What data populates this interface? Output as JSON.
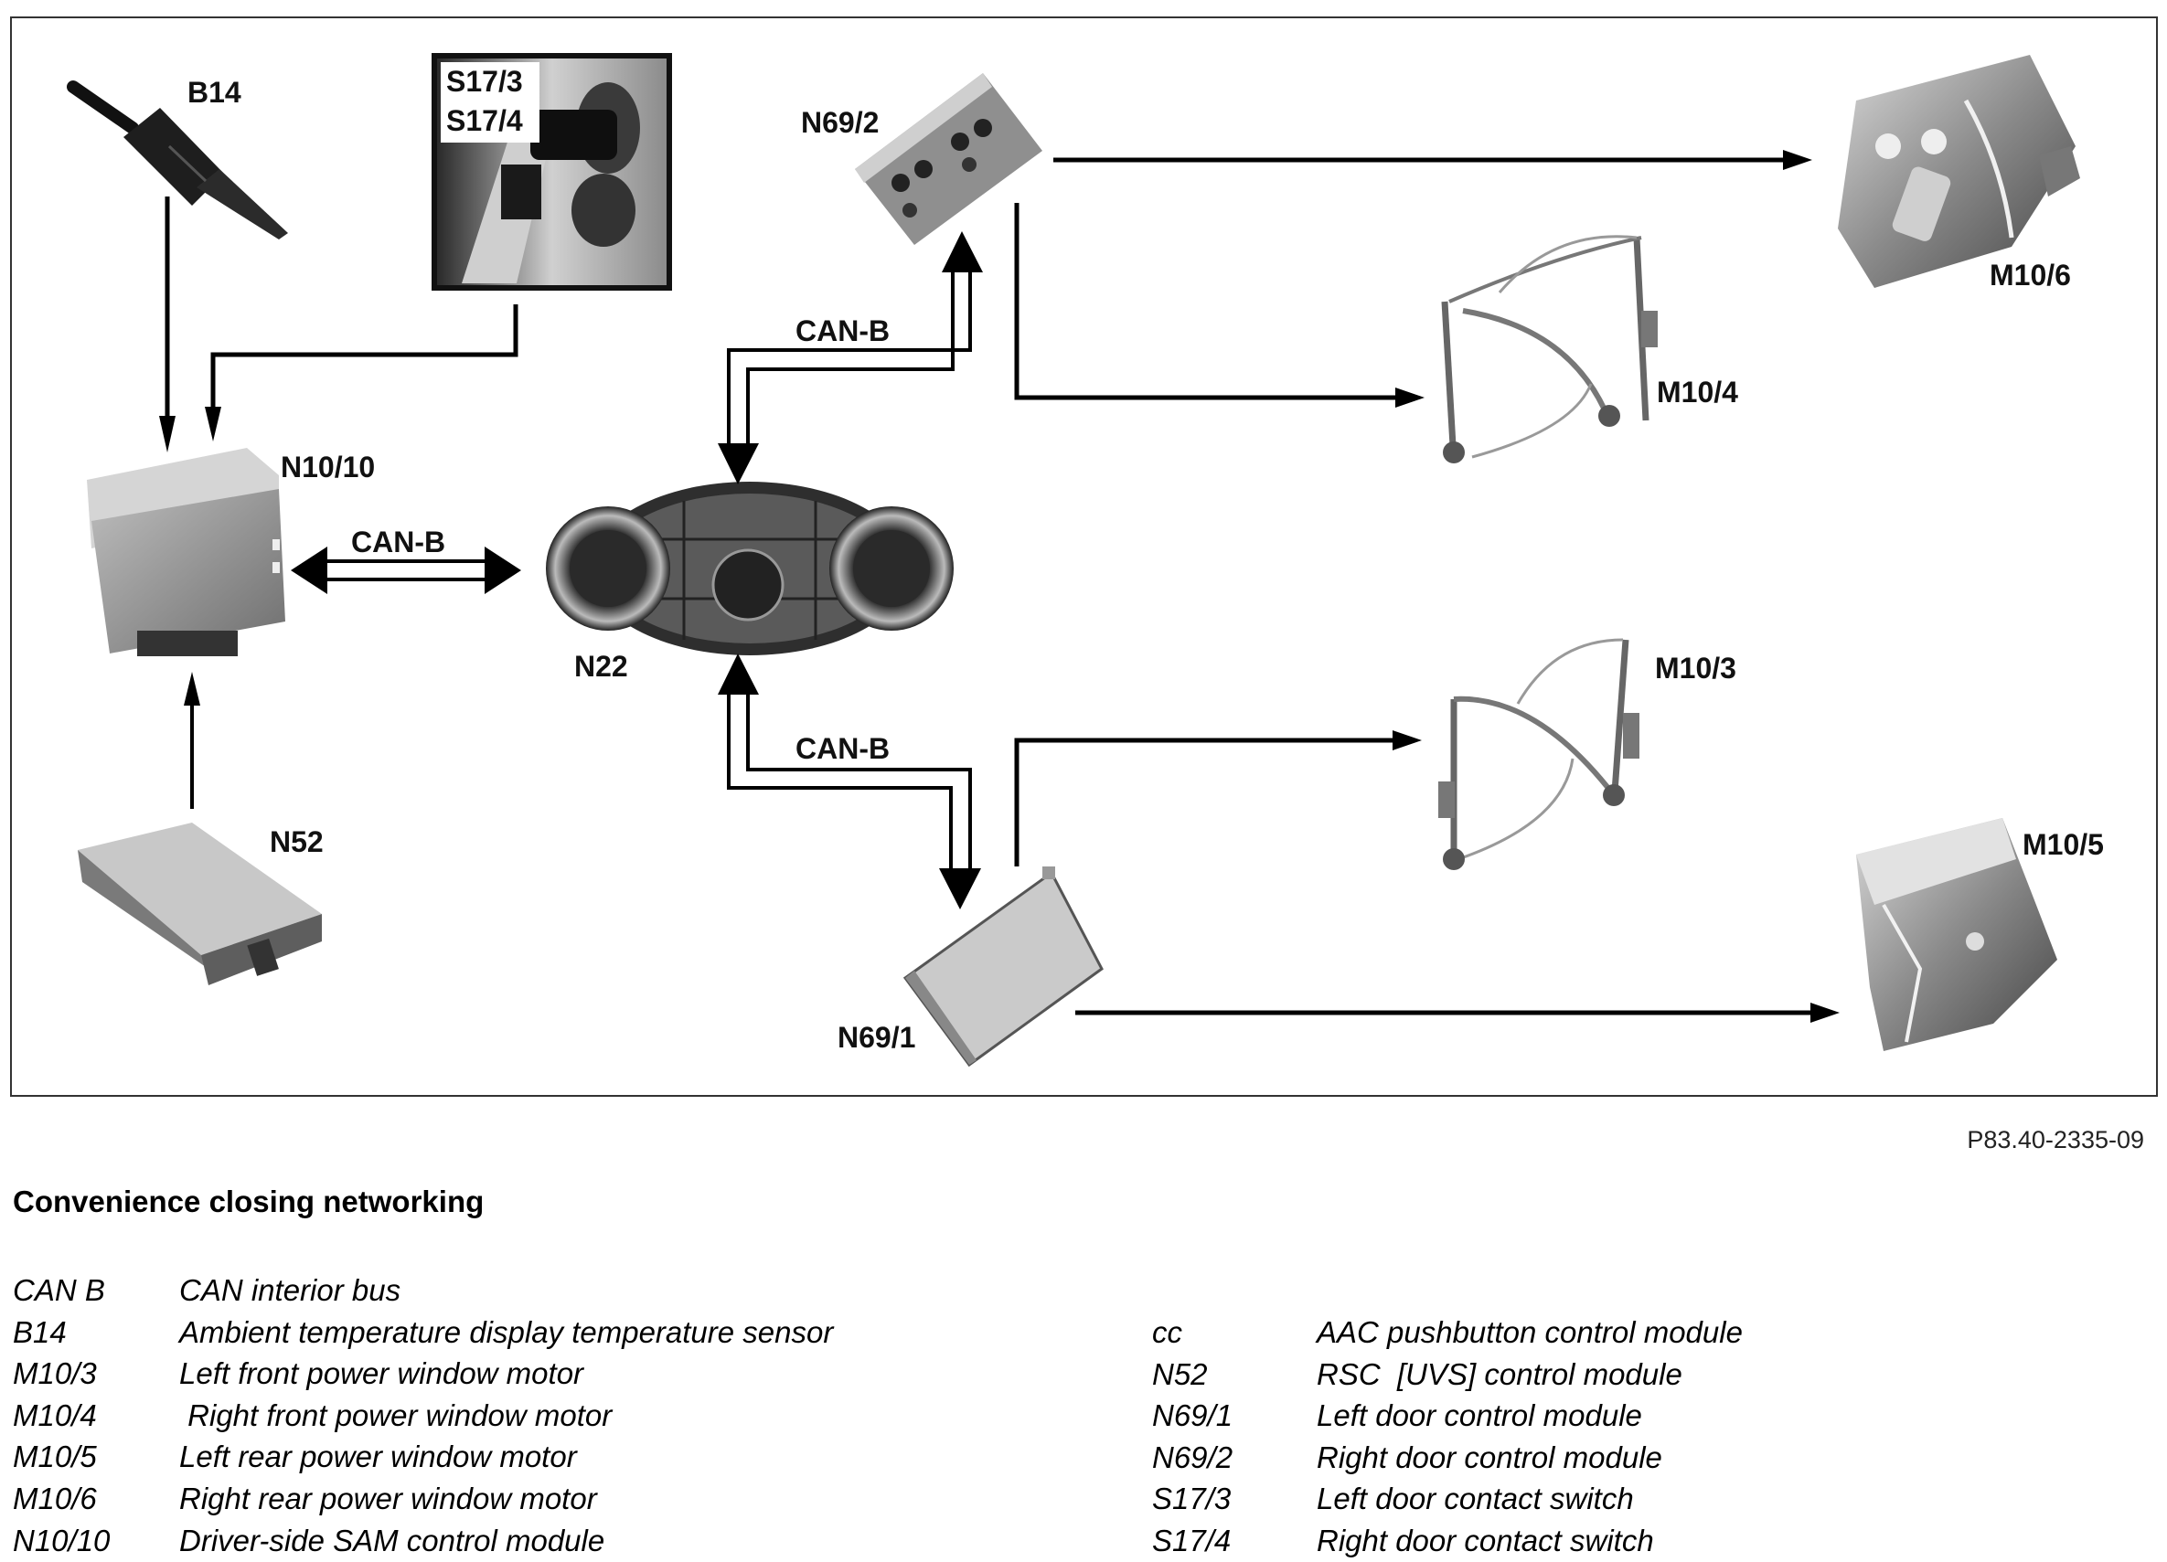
{
  "diagram": {
    "reference_code": "P83.40-2335-09",
    "bus_label": "CAN-B",
    "components": {
      "b14": "B14",
      "s17_3": "S17/3",
      "s17_4": "S17/4",
      "n10_10": "N10/10",
      "n22": "N22",
      "n52": "N52",
      "n69_2": "N69/2",
      "n69_1": "N69/1",
      "m10_6": "M10/6",
      "m10_4": "M10/4",
      "m10_3": "M10/3",
      "m10_5": "M10/5"
    },
    "bus_labels": {
      "n10_to_n22": "CAN-B",
      "n22_to_n69_2": "CAN-B",
      "n22_to_n69_1": "CAN-B"
    }
  },
  "caption": {
    "title": "Convenience closing networking"
  },
  "legend": {
    "left": [
      {
        "key": "CAN B",
        "desc": "CAN interior bus"
      },
      {
        "key": "B14",
        "desc": "Ambient temperature display temperature sensor"
      },
      {
        "key": "M10/3",
        "desc": "Left front power window motor"
      },
      {
        "key": "M10/4",
        "desc": " Right front power window motor"
      },
      {
        "key": "M10/5",
        "desc": "Left rear power window motor"
      },
      {
        "key": "M10/6",
        "desc": "Right rear power window motor"
      },
      {
        "key": "N10/10",
        "desc": "Driver-side SAM control module"
      }
    ],
    "right": [
      {
        "key": "cc",
        "desc": "AAC pushbutton control module"
      },
      {
        "key": "N52",
        "desc": "RSC  [UVS] control module"
      },
      {
        "key": "N69/1",
        "desc": "Left door control module"
      },
      {
        "key": "N69/2",
        "desc": "Right door control module"
      },
      {
        "key": "S17/3",
        "desc": "Left door contact switch"
      },
      {
        "key": "S17/4",
        "desc": "Right door contact switch"
      }
    ]
  }
}
